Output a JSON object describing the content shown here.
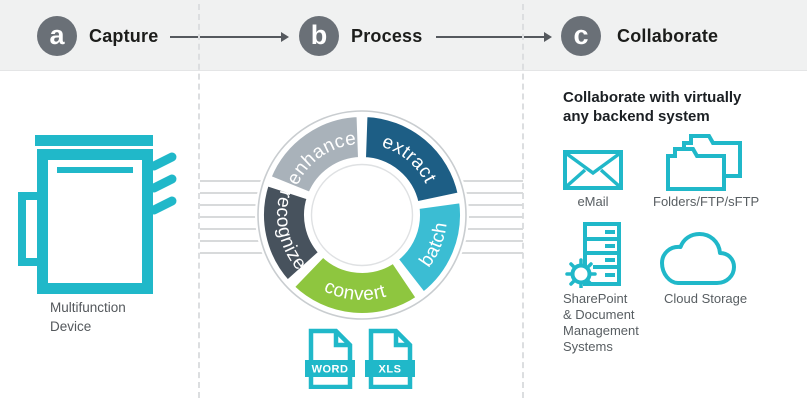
{
  "header": {
    "steps": [
      {
        "letter": "a",
        "label": "Capture"
      },
      {
        "letter": "b",
        "label": "Process"
      },
      {
        "letter": "c",
        "label": "Collaborate"
      }
    ]
  },
  "capture": {
    "device_lines": [
      "Multifunction",
      "Device"
    ]
  },
  "process": {
    "wheel": {
      "segments": [
        {
          "label": "extract",
          "color": "#1d5e85",
          "start": 2,
          "end": 78,
          "dir": "cw"
        },
        {
          "label": "batch",
          "color": "#3bbdd3",
          "start": 82,
          "end": 142,
          "dir": "ccw"
        },
        {
          "label": "convert",
          "color": "#8ec63f",
          "start": 146,
          "end": 224,
          "dir": "ccw"
        },
        {
          "label": "recognize",
          "color": "#47525d",
          "start": 228,
          "end": 288,
          "dir": "ccw"
        },
        {
          "label": "enhance",
          "color": "#a9b2ba",
          "start": 292,
          "end": 358,
          "dir": "cw"
        }
      ]
    },
    "files": [
      {
        "label": "WORD"
      },
      {
        "label": "XLS"
      }
    ]
  },
  "collaborate": {
    "heading_lines": [
      "Collaborate with virtually",
      "any backend system"
    ],
    "items": [
      {
        "label_lines": [
          "eMail"
        ]
      },
      {
        "label_lines": [
          "Folders/FTP/sFTP"
        ]
      },
      {
        "label_lines": [
          "SharePoint",
          "& Document",
          "Management",
          "Systems"
        ]
      },
      {
        "label_lines": [
          "Cloud Storage"
        ]
      }
    ]
  },
  "colors": {
    "accent_teal": "#20b8c9",
    "step_circle_gray": "#6a7077",
    "heading_dark": "#1b1f23",
    "label_gray": "#585e62",
    "wheel_outline_gray": "#c9cdd0",
    "band_gray": "#f0f1f1"
  }
}
